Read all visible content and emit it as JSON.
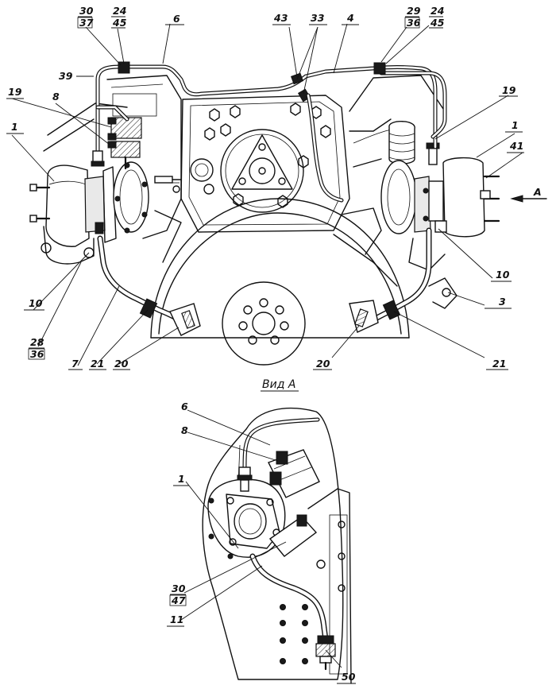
{
  "view_label": "Вид А",
  "arrow_label": "А",
  "top_callouts": {
    "c30_37_num": "30",
    "c30_37_den": "37",
    "c24_45_l_num": "24",
    "c24_45_l_den": "45",
    "c6_top": "6",
    "c43": "43",
    "c33": "33",
    "c4": "4",
    "c29_36_num": "29",
    "c29_36_den": "36",
    "c24_45_r_num": "24",
    "c24_45_r_den": "45",
    "c39": "39",
    "c19_l": "19",
    "c19_r": "19",
    "c8_top": "8",
    "c1_l": "1",
    "c1_r": "1",
    "c41": "41",
    "c10_l": "10",
    "c10_r": "10",
    "c3": "3",
    "c28_36_num": "28",
    "c28_36_den": "36",
    "c7": "7",
    "c21_l": "21",
    "c20_l": "20",
    "c20_r": "20",
    "c21_r": "21"
  },
  "bottom_callouts": {
    "c6": "6",
    "c8": "8",
    "c1": "1",
    "c30_47_num": "30",
    "c30_47_den": "47",
    "c11": "11",
    "c50": "50"
  }
}
